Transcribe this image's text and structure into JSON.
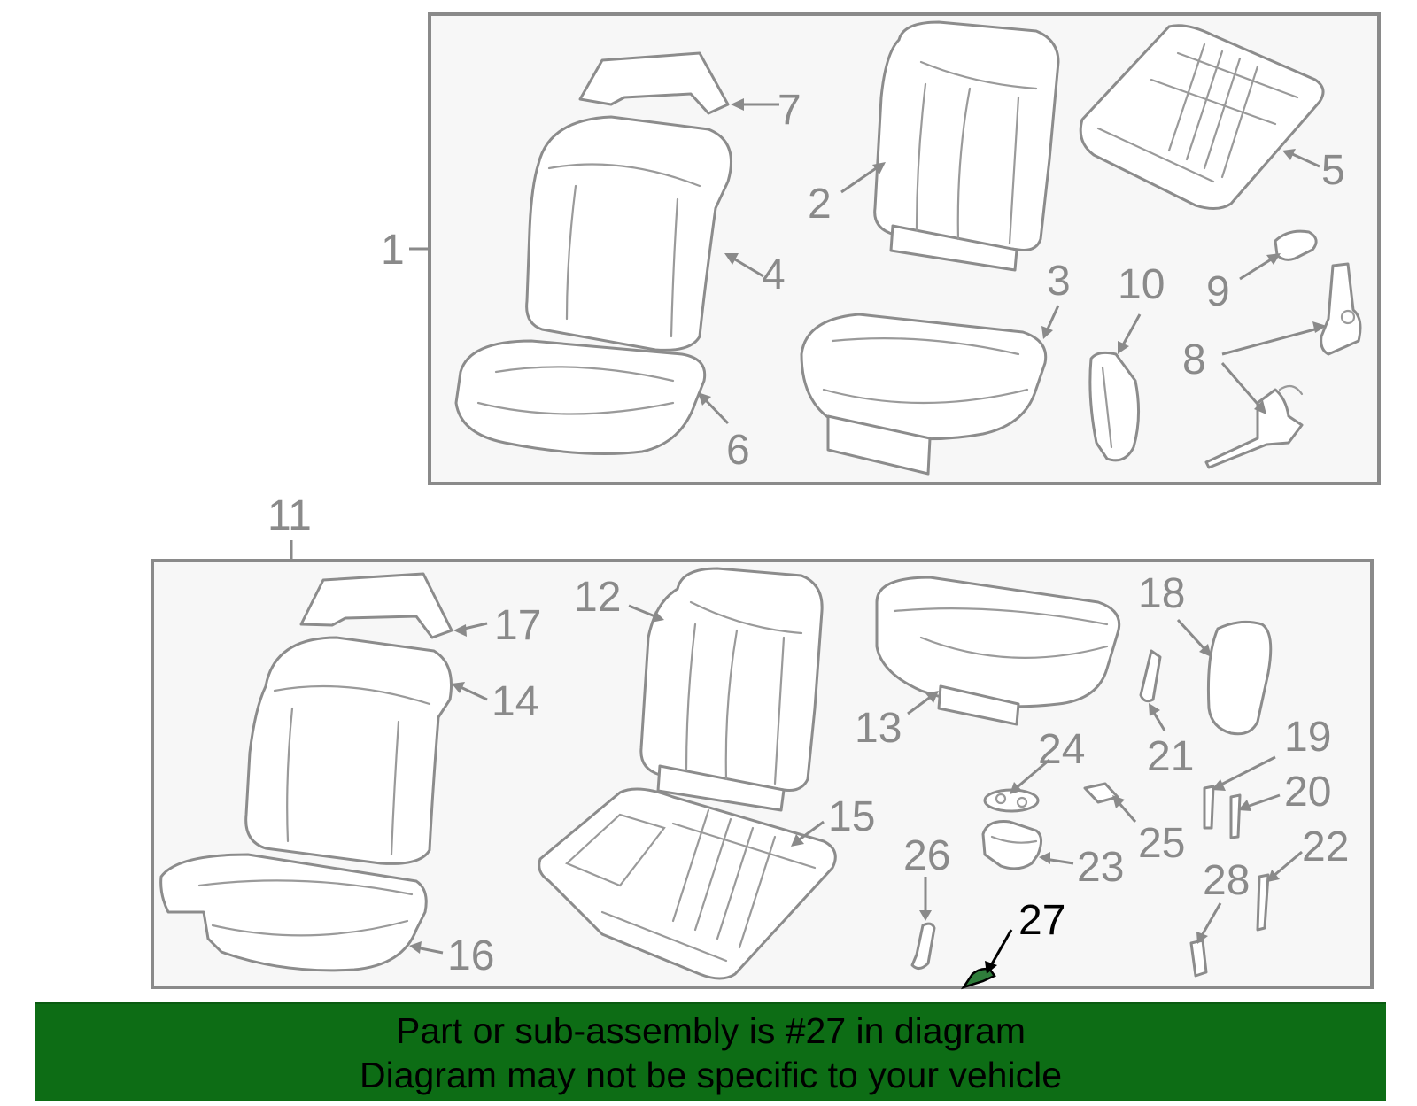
{
  "diagram": {
    "callouts": {
      "c1": "1",
      "c2": "2",
      "c3": "3",
      "c4": "4",
      "c5": "5",
      "c6": "6",
      "c7": "7",
      "c8": "8",
      "c9": "9",
      "c10": "10",
      "c11": "11",
      "c12": "12",
      "c13": "13",
      "c14": "14",
      "c15": "15",
      "c16": "16",
      "c17": "17",
      "c18": "18",
      "c19": "19",
      "c20": "20",
      "c21": "21",
      "c22": "22",
      "c23": "23",
      "c24": "24",
      "c25": "25",
      "c26": "26",
      "c27": "27",
      "c28": "28"
    },
    "highlighted_part": "27",
    "colors": {
      "line": "#8a8a8a",
      "panel": "#f7f7f7",
      "highlight_part": "#2f7d3b",
      "banner_bg": "#0d6d15",
      "banner_text": "#000000"
    }
  },
  "banner": {
    "line1": "Part or sub-assembly is #27 in diagram",
    "line2": "Diagram may not be specific to your vehicle"
  }
}
